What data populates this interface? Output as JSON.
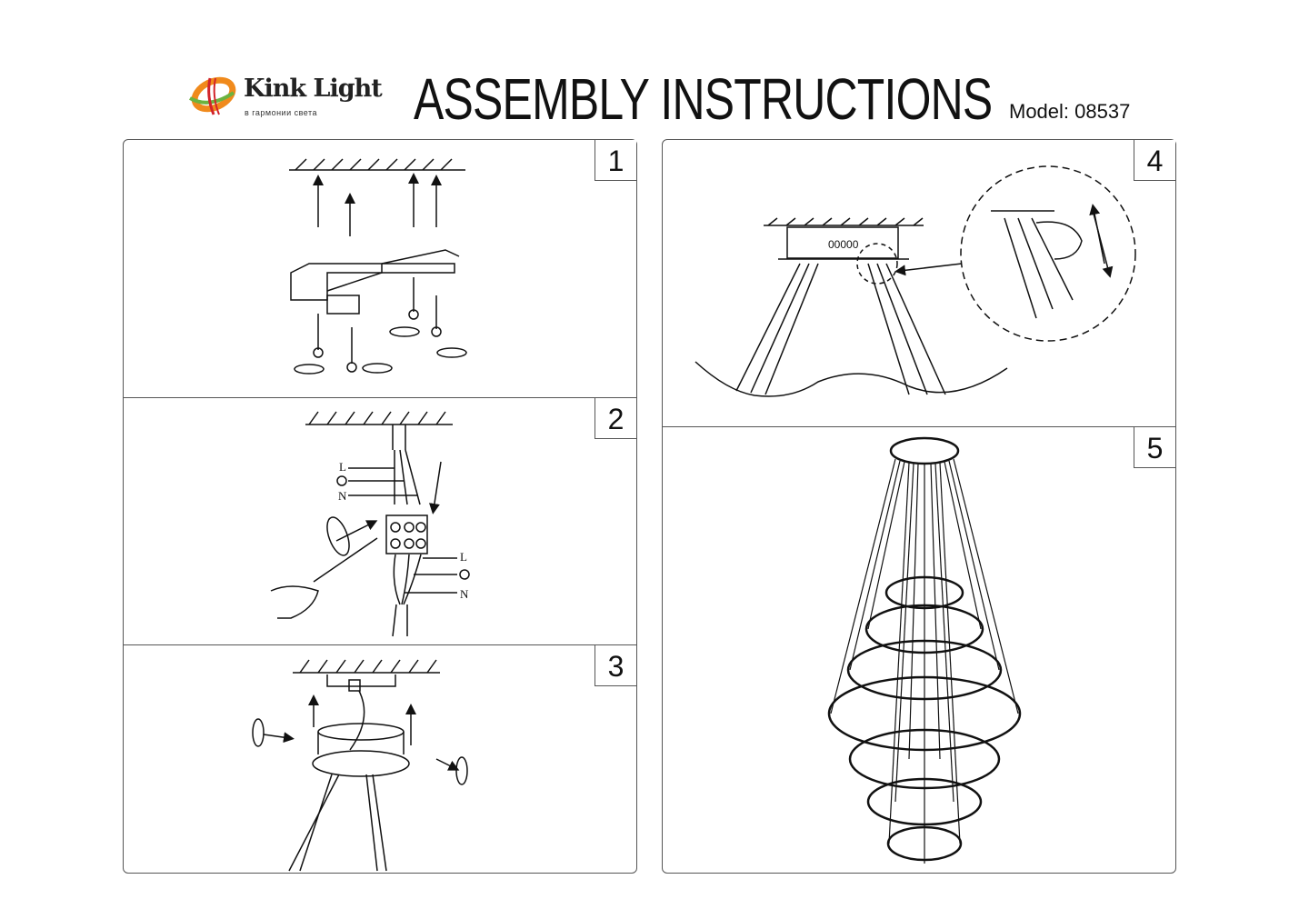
{
  "header": {
    "logo": {
      "name": "Kink Light",
      "tagline": "в гармонии света"
    },
    "title": "ASSEMBLY INSTRUCTIONS",
    "model": "Model: 08537"
  },
  "steps": [
    {
      "number": "1"
    },
    {
      "number": "2",
      "labels": {
        "live": "L",
        "neutral": "N"
      }
    },
    {
      "number": "3"
    },
    {
      "number": "4",
      "box_marking": "00000"
    },
    {
      "number": "5"
    }
  ],
  "colors": {
    "logo_orange": "#f08a1c",
    "logo_green": "#6cb33f",
    "logo_red": "#d2232a",
    "line": "#111111"
  }
}
